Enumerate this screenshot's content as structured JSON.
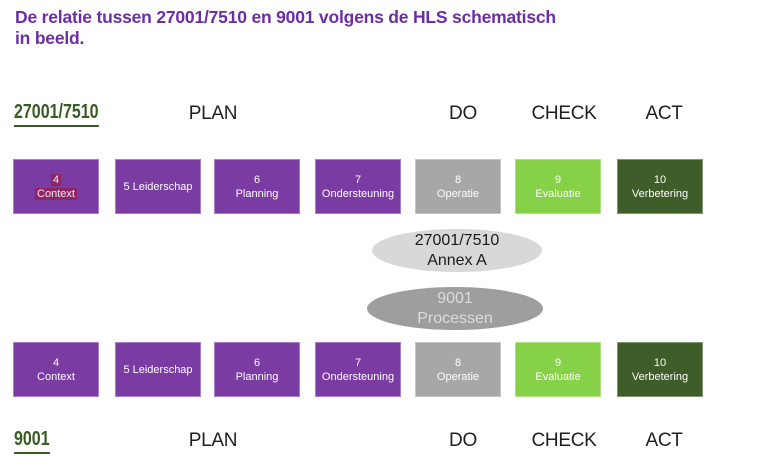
{
  "title": {
    "text": "De relatie tussen 27001/7510 en 9001 volgens de HLS schematisch\nin beeld."
  },
  "top_band": {
    "standard": "27001/7510",
    "phases": [
      "PLAN",
      "DO",
      "CHECK",
      "ACT"
    ]
  },
  "bottom_band": {
    "standard": "9001",
    "phases": [
      "PLAN",
      "DO",
      "CHECK",
      "ACT"
    ]
  },
  "rows": {
    "top": [
      {
        "line1": "4",
        "line2": "Context",
        "color": "#7A3BA3",
        "highlighted": true
      },
      {
        "line1": "5 Leiderschap",
        "line2": "",
        "color": "#7A3BA3"
      },
      {
        "line1": "6",
        "line2": "Planning",
        "color": "#7A3BA3"
      },
      {
        "line1": "7",
        "line2": "Ondersteuning",
        "color": "#7A3BA3"
      },
      {
        "line1": "8",
        "line2": "Operatie",
        "color": "#A7A7A7"
      },
      {
        "line1": "9",
        "line2": "Evaluatie",
        "color": "#86D148"
      },
      {
        "line1": "10",
        "line2": "Verbetering",
        "color": "#3F5D28"
      }
    ],
    "bottom": [
      {
        "line1": "4",
        "line2": "Context",
        "color": "#7A3BA3"
      },
      {
        "line1": "5 Leiderschap",
        "line2": "",
        "color": "#7A3BA3"
      },
      {
        "line1": "6",
        "line2": "Planning",
        "color": "#7A3BA3"
      },
      {
        "line1": "7",
        "line2": "Ondersteuning",
        "color": "#7A3BA3"
      },
      {
        "line1": "8",
        "line2": "Operatie",
        "color": "#A7A7A7"
      },
      {
        "line1": "9",
        "line2": "Evaluatie",
        "color": "#86D148"
      },
      {
        "line1": "10",
        "line2": "Verbetering",
        "color": "#3F5D28"
      }
    ]
  },
  "ellipses": [
    {
      "line1": "27001/7510",
      "line2": "Annex A",
      "bg": "#D8D8D8",
      "text_color": "#1a1a1a"
    },
    {
      "line1": "9001",
      "line2": "Processen",
      "bg": "#9E9E9E",
      "text_color": "#DCDCDC"
    }
  ],
  "colors": {
    "title_purple": "#6C2EA6",
    "heading_green": "#3A5B22",
    "box_purple": "#7A3BA3",
    "box_gray": "#A7A7A7",
    "box_light_green": "#86D148",
    "box_dark_green": "#3F5D28",
    "selection_highlight": "#8E2565",
    "phase_text": "#1f1f1f"
  }
}
